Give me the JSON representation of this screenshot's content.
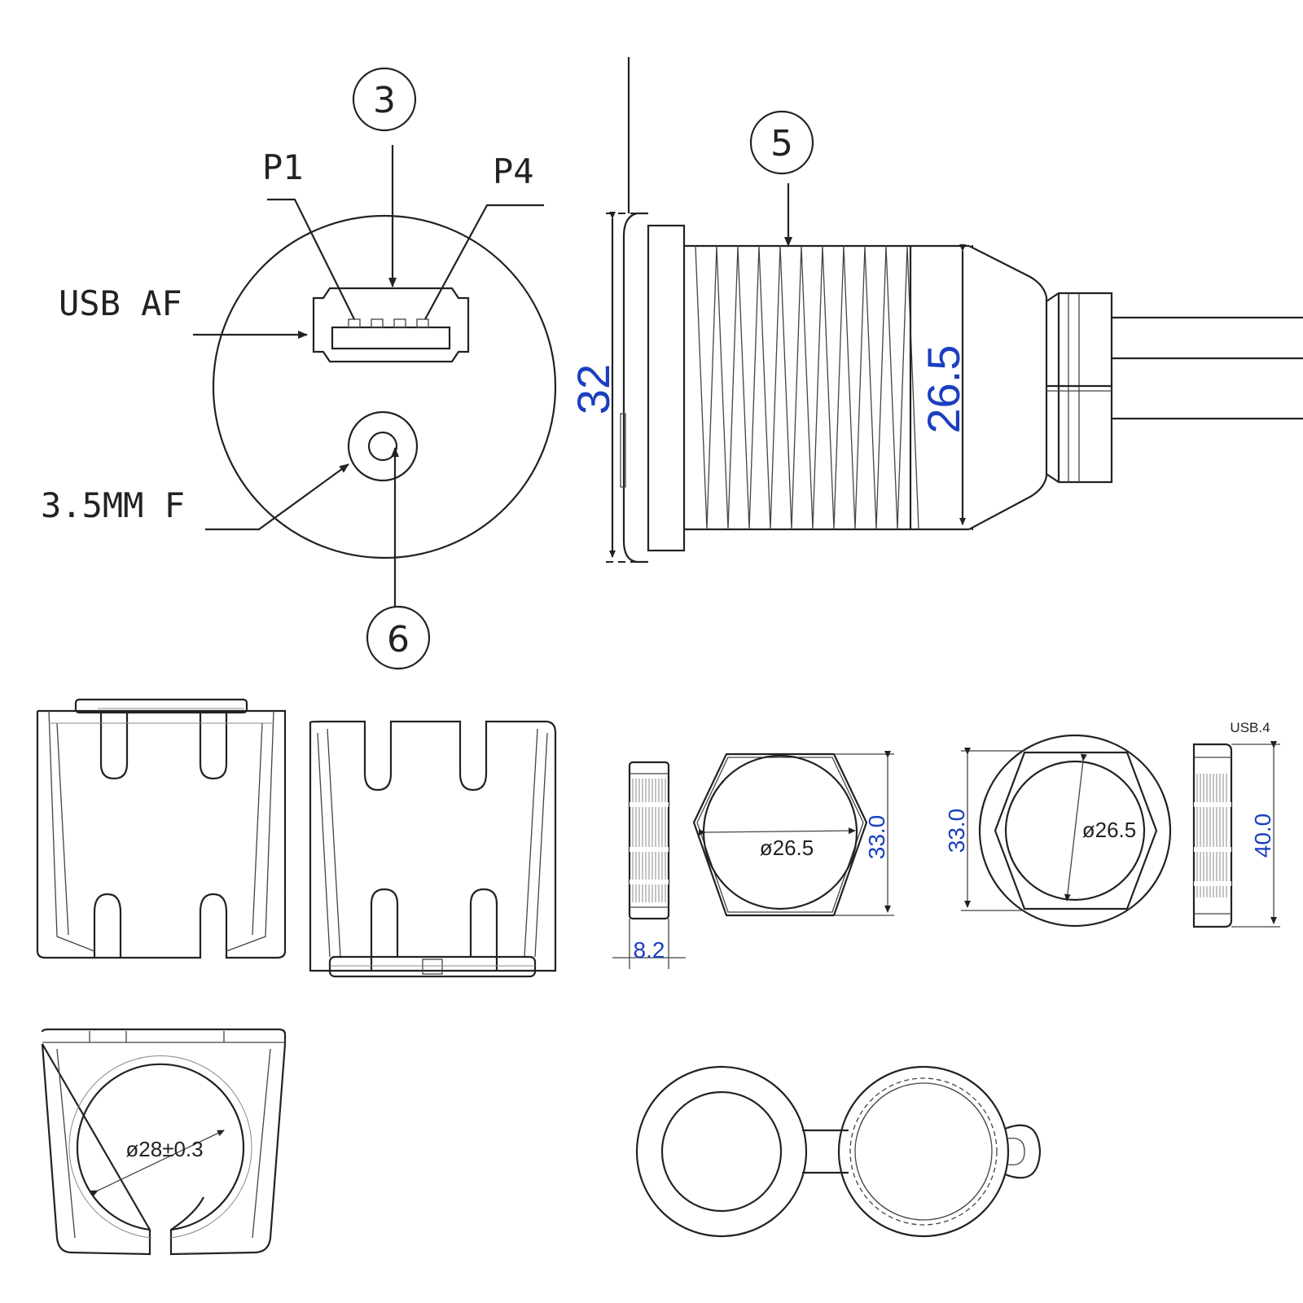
{
  "callouts": {
    "c3": "3",
    "c5": "5",
    "c6": "6"
  },
  "labels": {
    "p1": "P1",
    "p4": "P4",
    "usb_af": "USB AF",
    "jack": "3.5MM F",
    "part_no": "USB.4"
  },
  "dimensions": {
    "flange_dia": "32",
    "thread_dia": "26.5",
    "nut_thickness": "8.2",
    "hex_nut_bore": "ø26.5",
    "hex_nut_height": "33.0",
    "round_nut_bore": "ø26.5",
    "round_nut_height": "33.0",
    "round_nut_side": "40.0",
    "bracket_bore": "ø28±0.3"
  },
  "colors": {
    "line": "#222222",
    "dimension": "#1a3fbf"
  }
}
